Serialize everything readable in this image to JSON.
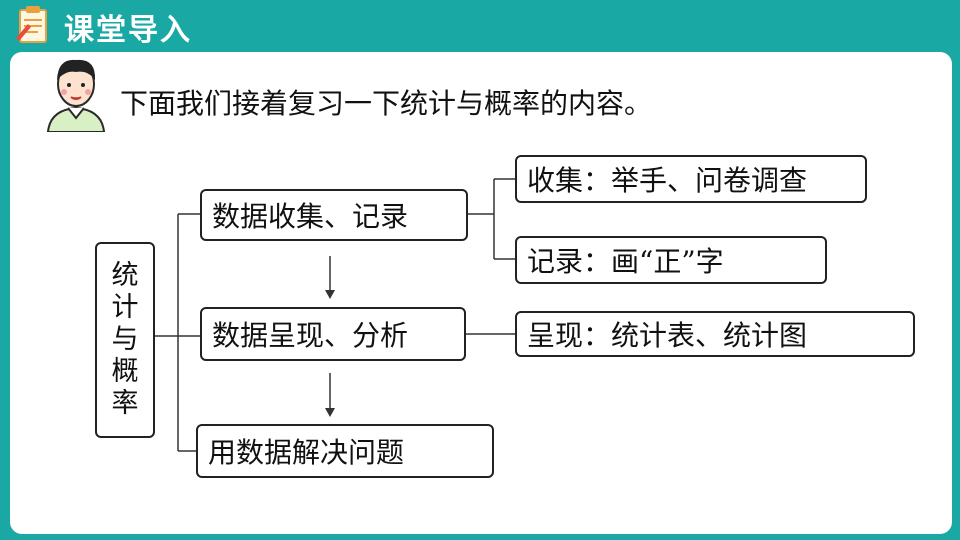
{
  "header": {
    "title": "课堂导入"
  },
  "intro": {
    "text": "下面我们接着复习一下统计与概率的内容。"
  },
  "diagram": {
    "root": [
      "统",
      "计",
      "与",
      "概",
      "率"
    ],
    "level1": {
      "collect": "数据收集、记录",
      "present": "数据呈现、分析",
      "solve": "用数据解决问题"
    },
    "level2": {
      "collect_method": "收集：举手、问卷调查",
      "record_method": "记录：画“正”字",
      "present_method": "呈现：统计表、统计图"
    }
  }
}
